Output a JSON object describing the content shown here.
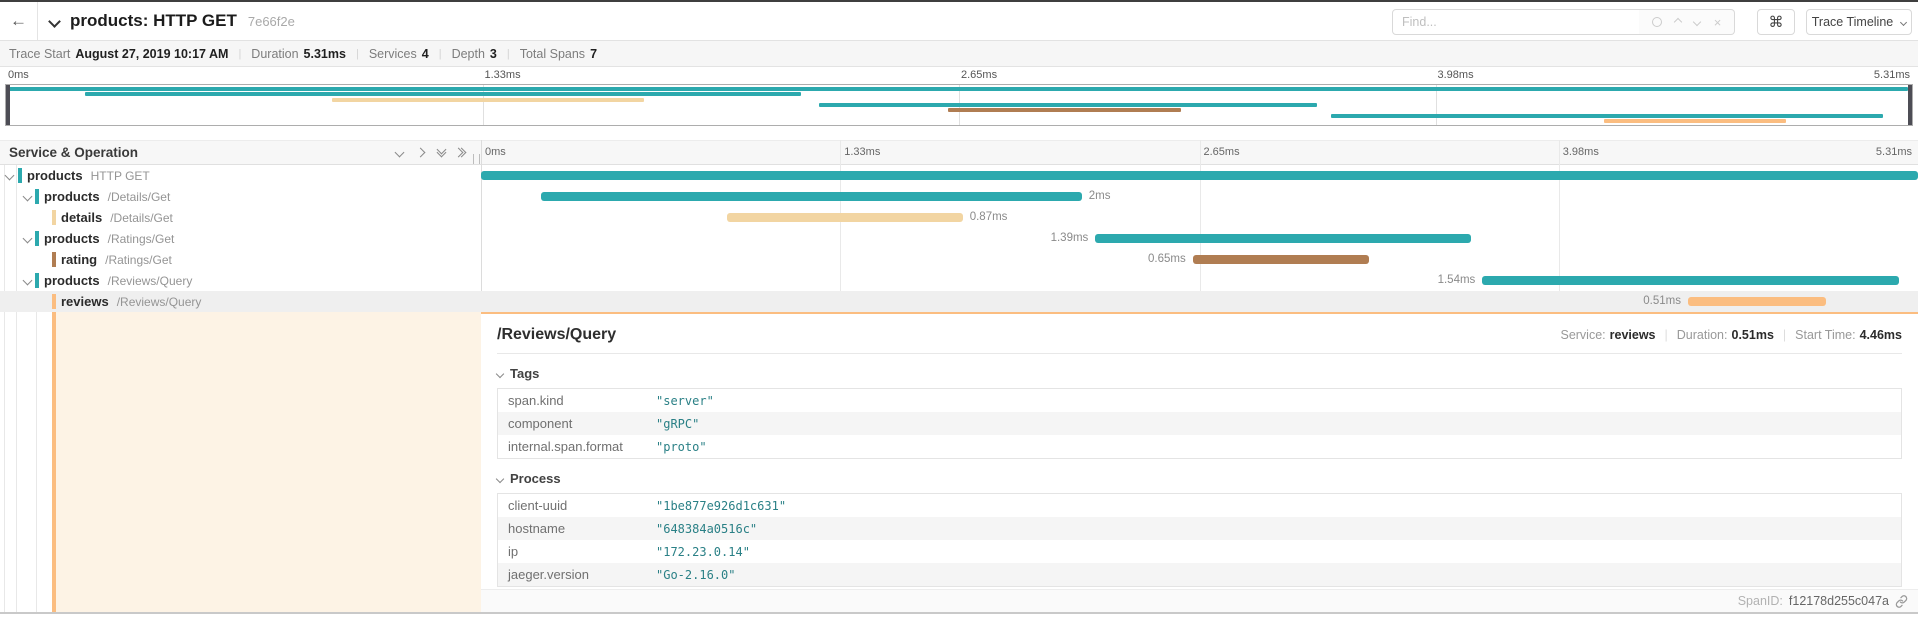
{
  "header": {
    "title": "products: HTTP GET",
    "trace_id": "7e66f2e",
    "find_placeholder": "Find...",
    "shortcut_symbol": "⌘",
    "view_selector_label": "Trace Timeline"
  },
  "trace_info": {
    "items": [
      {
        "label": "Trace Start",
        "value": "August 27, 2019 10:17 AM"
      },
      {
        "label": "Duration",
        "value": "5.31ms"
      },
      {
        "label": "Services",
        "value": "4"
      },
      {
        "label": "Depth",
        "value": "3"
      },
      {
        "label": "Total Spans",
        "value": "7"
      }
    ]
  },
  "timeline": {
    "tree_header": "Service & Operation",
    "duration_ms": 5.31,
    "axis_ticks": [
      "0ms",
      "1.33ms",
      "2.65ms",
      "3.98ms",
      "5.31ms"
    ]
  },
  "spans": [
    {
      "service": "products",
      "operation": "HTTP GET",
      "level": 0,
      "has_children": true,
      "color": "teal",
      "start_ms": 0,
      "duration_ms": 5.31,
      "label": "",
      "label_side": "none",
      "selected": false
    },
    {
      "service": "products",
      "operation": "/Details/Get",
      "level": 1,
      "has_children": true,
      "color": "teal",
      "start_ms": 0.22,
      "duration_ms": 2.0,
      "label": "2ms",
      "label_side": "right",
      "selected": false
    },
    {
      "service": "details",
      "operation": "/Details/Get",
      "level": 2,
      "has_children": false,
      "color": "wheat",
      "start_ms": 0.91,
      "duration_ms": 0.87,
      "label": "0.87ms",
      "label_side": "right",
      "selected": false
    },
    {
      "service": "products",
      "operation": "/Ratings/Get",
      "level": 1,
      "has_children": true,
      "color": "teal",
      "start_ms": 2.27,
      "duration_ms": 1.39,
      "label": "1.39ms",
      "label_side": "left",
      "selected": false
    },
    {
      "service": "rating",
      "operation": "/Ratings/Get",
      "level": 2,
      "has_children": false,
      "color": "brown",
      "start_ms": 2.63,
      "duration_ms": 0.65,
      "label": "0.65ms",
      "label_side": "left",
      "selected": false
    },
    {
      "service": "products",
      "operation": "/Reviews/Query",
      "level": 1,
      "has_children": true,
      "color": "teal",
      "start_ms": 3.7,
      "duration_ms": 1.54,
      "label": "1.54ms",
      "label_side": "left",
      "selected": false
    },
    {
      "service": "reviews",
      "operation": "/Reviews/Query",
      "level": 2,
      "has_children": false,
      "color": "orange",
      "start_ms": 4.46,
      "duration_ms": 0.51,
      "label": "0.51ms",
      "label_side": "left",
      "selected": true
    }
  ],
  "detail": {
    "operation": "/Reviews/Query",
    "meta": [
      {
        "label": "Service:",
        "value": "reviews"
      },
      {
        "label": "Duration:",
        "value": "0.51ms"
      },
      {
        "label": "Start Time:",
        "value": "4.46ms"
      }
    ],
    "sections": [
      {
        "title": "Tags",
        "rows": [
          {
            "key": "span.kind",
            "value": "\"server\""
          },
          {
            "key": "component",
            "value": "\"gRPC\""
          },
          {
            "key": "internal.span.format",
            "value": "\"proto\""
          }
        ]
      },
      {
        "title": "Process",
        "rows": [
          {
            "key": "client-uuid",
            "value": "\"1be877e926d1c631\""
          },
          {
            "key": "hostname",
            "value": "\"648384a0516c\""
          },
          {
            "key": "ip",
            "value": "\"172.23.0.14\""
          },
          {
            "key": "jaeger.version",
            "value": "\"Go-2.16.0\""
          }
        ]
      }
    ],
    "span_id_label": "SpanID:",
    "span_id": "f12178d255c047a"
  },
  "colors": {
    "teal": "#2CA9AE",
    "wheat": "#F2D5A2",
    "brown": "#B07D52",
    "orange": "#FBBD80",
    "selected_row": "#EFEFEF",
    "detail_left_bg": "#FDF3E5",
    "tag_value": "#2A8086"
  }
}
